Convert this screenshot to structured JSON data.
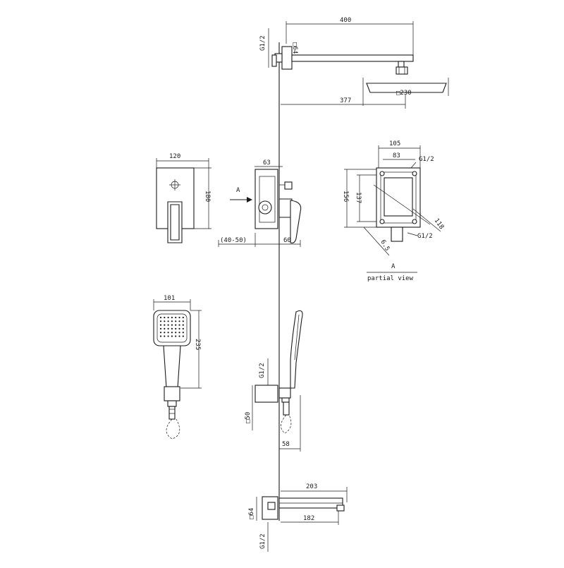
{
  "diagram": {
    "shower_head": {
      "arm_length": "400",
      "head_size": "□230",
      "head_offset": "377",
      "wall_plate": "□64",
      "thread": "G1/2"
    },
    "mixer_front": {
      "width": "120",
      "height": "180"
    },
    "mixer_side": {
      "box_depth": "63",
      "view_marker": "A",
      "wall_depth": "(40-50)",
      "projection": "60"
    },
    "partial_view": {
      "outer_width": "105",
      "inner_width": "83",
      "thread_top": "G1/2",
      "outer_height": "156",
      "inner_height": "137",
      "diagonal": "118",
      "thread_bottom": "G1/2",
      "angle_dim": "6.5",
      "view_marker": "A",
      "caption": "partial view"
    },
    "hand_shower": {
      "width": "101",
      "length": "235"
    },
    "holder": {
      "thread": "G1/2",
      "plate": "□50",
      "projection": "58"
    },
    "spout": {
      "total_length": "203",
      "reach": "182",
      "plate": "□64",
      "thread": "G1/2"
    }
  }
}
